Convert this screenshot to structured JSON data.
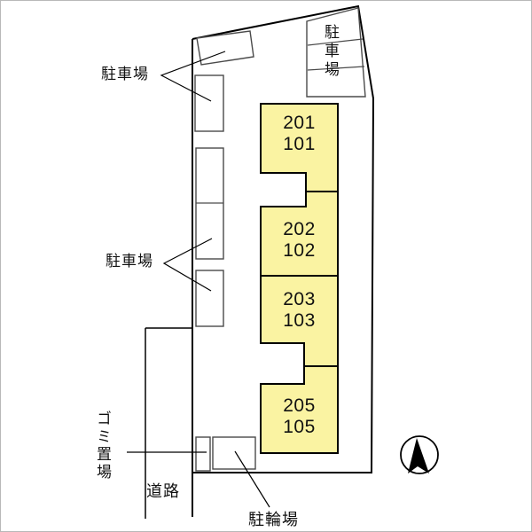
{
  "diagram_type": "apartment-site-plan",
  "labels": {
    "parking_top_right": "駐車場",
    "parking_left_upper": "駐車場",
    "parking_left_lower": "駐車場",
    "garbage": "ゴミ置場",
    "road": "道路",
    "bicycle": "駐輪場"
  },
  "building": {
    "units": [
      {
        "upper": "201",
        "lower": "101"
      },
      {
        "upper": "202",
        "lower": "102"
      },
      {
        "upper": "203",
        "lower": "103"
      },
      {
        "upper": "205",
        "lower": "105"
      }
    ]
  },
  "compass": {
    "direction": "north"
  },
  "colors": {
    "building_fill": "#faf3a2",
    "outline": "#000000",
    "stall_line": "#4a4a4a",
    "background": "#ffffff"
  }
}
